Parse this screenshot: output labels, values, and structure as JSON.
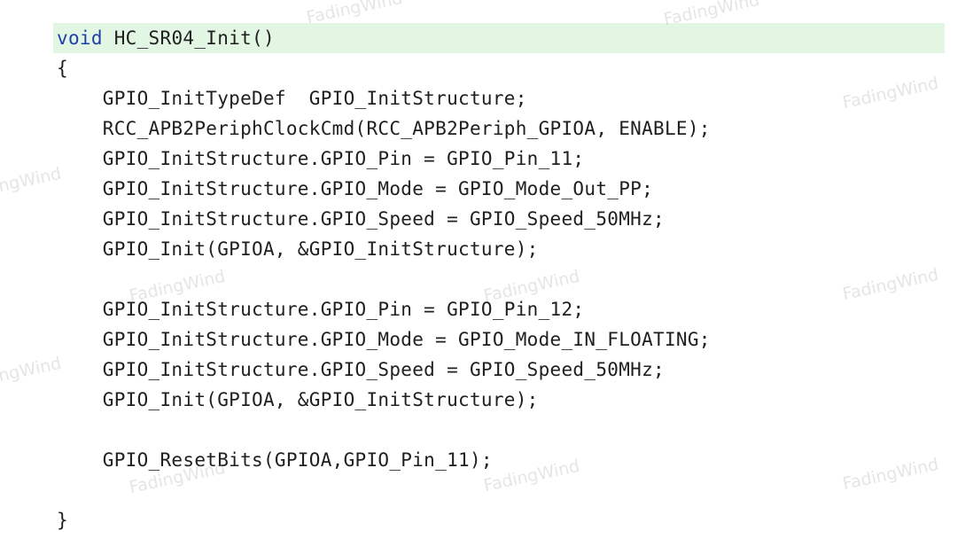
{
  "code": {
    "lines": [
      {
        "keyword": "void",
        "text": " HC_SR04_Init()"
      },
      {
        "text": "{"
      },
      {
        "text": "    GPIO_InitTypeDef  GPIO_InitStructure;"
      },
      {
        "text": "    RCC_APB2PeriphClockCmd(RCC_APB2Periph_GPIOA, ENABLE);"
      },
      {
        "text": "    GPIO_InitStructure.GPIO_Pin = GPIO_Pin_11;"
      },
      {
        "text": "    GPIO_InitStructure.GPIO_Mode = GPIO_Mode_Out_PP;"
      },
      {
        "text": "    GPIO_InitStructure.GPIO_Speed = GPIO_Speed_50MHz;"
      },
      {
        "text": "    GPIO_Init(GPIOA, &GPIO_InitStructure);"
      },
      {
        "text": ""
      },
      {
        "text": "    GPIO_InitStructure.GPIO_Pin = GPIO_Pin_12;"
      },
      {
        "text": "    GPIO_InitStructure.GPIO_Mode = GPIO_Mode_IN_FLOATING;"
      },
      {
        "text": "    GPIO_InitStructure.GPIO_Speed = GPIO_Speed_50MHz;"
      },
      {
        "text": "    GPIO_Init(GPIOA, &GPIO_InitStructure);"
      },
      {
        "text": ""
      },
      {
        "text": "    GPIO_ResetBits(GPIOA,GPIO_Pin_11);"
      },
      {
        "text": ""
      },
      {
        "text": "}"
      }
    ],
    "colors": {
      "keyword": "#1f3fa8",
      "text": "#202020",
      "current_line_highlight": "#e3f6e3"
    }
  },
  "watermark": {
    "text": "FadingWind"
  }
}
